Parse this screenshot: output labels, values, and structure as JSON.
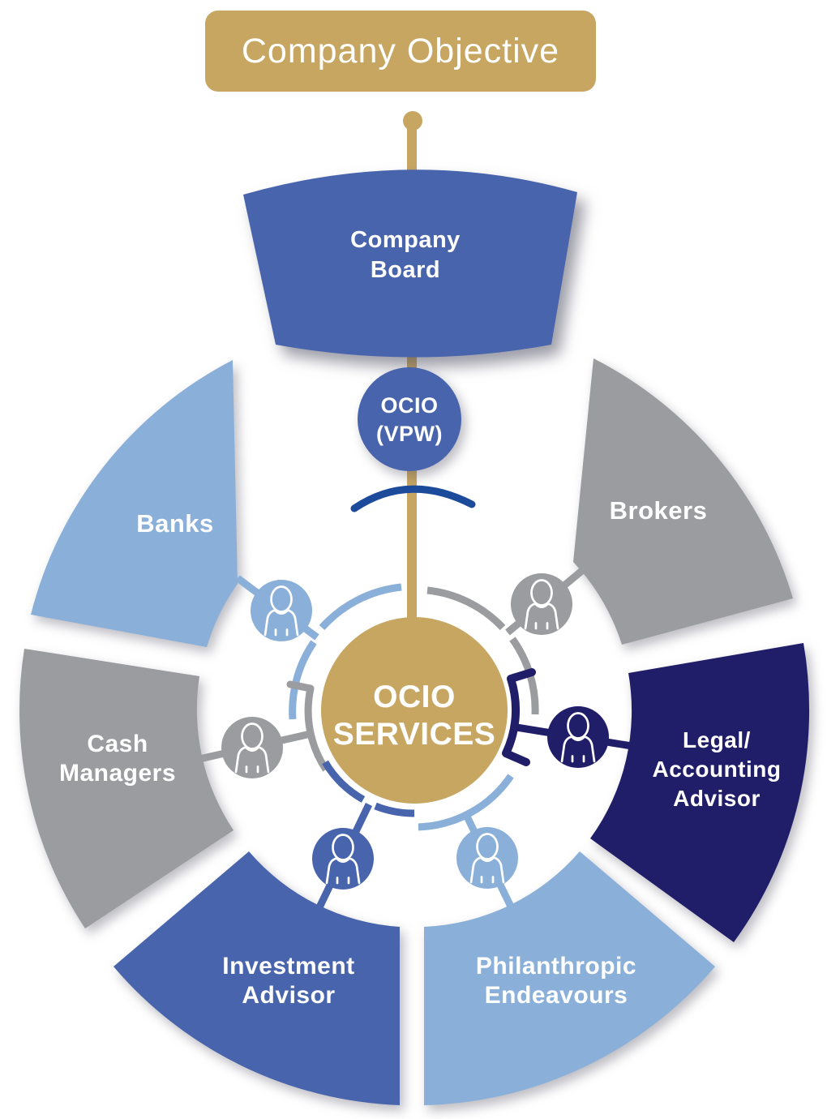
{
  "colors": {
    "gold": "#c7a662",
    "medium_blue": "#4764ad",
    "light_blue": "#8ab0da",
    "gray": "#9b9ca0",
    "navy": "#211e69",
    "accent_blue": "#1c4b9b",
    "text": "#ffffff",
    "background": "#ffffff"
  },
  "header": {
    "title": "Company Objective"
  },
  "board": {
    "line1": "Company",
    "line2": "Board"
  },
  "ocio_vpw": {
    "line1": "OCIO",
    "line2": "(VPW)"
  },
  "center": {
    "line1": "OCIO",
    "line2": "SERVICES"
  },
  "segments": {
    "banks": {
      "label": "Banks"
    },
    "brokers": {
      "label": "Brokers"
    },
    "legal": {
      "line1": "Legal/",
      "line2": "Accounting",
      "line3": "Advisor"
    },
    "philanthropic": {
      "line1": "Philanthropic",
      "line2": "Endeavours"
    },
    "investment": {
      "line1": "Investment",
      "line2": "Advisor"
    },
    "cash": {
      "line1": "Cash",
      "line2": "Managers"
    }
  },
  "icons": {
    "person": "person-icon",
    "pin": "pin-marker"
  }
}
